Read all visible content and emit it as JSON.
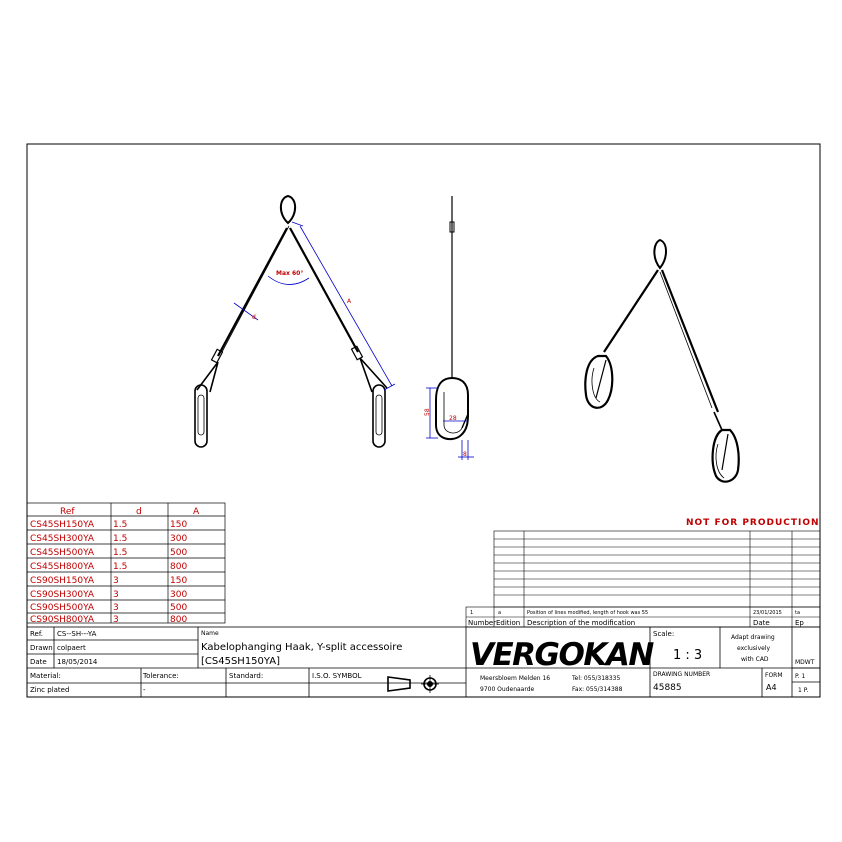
{
  "watermark": "NOT FOR PRODUCTION",
  "dimensions": {
    "angle": "Max 60°",
    "length": "A",
    "diameter": "d",
    "hook_height": "58",
    "hook_width": "28",
    "hook_gap": "8"
  },
  "ref_table": {
    "headers": [
      "Ref",
      "d",
      "A"
    ],
    "rows": [
      [
        "CS45SH150YA",
        "1.5",
        "150"
      ],
      [
        "CS45SH300YA",
        "1.5",
        "300"
      ],
      [
        "CS45SH500YA",
        "1.5",
        "500"
      ],
      [
        "CS45SH800YA",
        "1.5",
        "800"
      ],
      [
        "CS90SH150YA",
        "3",
        "150"
      ],
      [
        "CS90SH300YA",
        "3",
        "300"
      ],
      [
        "CS90SH500YA",
        "3",
        "500"
      ],
      [
        "CS90SH800YA",
        "3",
        "800"
      ]
    ]
  },
  "revision": {
    "row": {
      "number": "1",
      "edition": "a",
      "description": "Position of lines modified, length of hook was 55",
      "date": "23/01/2015",
      "by": "ta"
    },
    "headers": {
      "number": "Number",
      "edition": "Edition",
      "description": "Description of the modification",
      "date": "Date",
      "by": "Ep"
    }
  },
  "title_block": {
    "ref_label": "Ref.",
    "ref_value": "CS--SH---YA",
    "drawn_label": "Drawn",
    "drawn_value": "colpaert",
    "date_label": "Date",
    "date_value": "18/05/2014",
    "name_label": "Name",
    "name_line1": "Kabelophanging Haak, Y-split accessoire",
    "name_line2": "[CS45SH150YA]",
    "material_label": "Material:",
    "material_value": "Zinc plated",
    "tolerance_label": "Tolerance:",
    "tolerance_value": "-",
    "standard_label": "Standard:",
    "isd_label": "I.S.O. SYMBOL",
    "logo": "VERGOKAN",
    "address1": "Meersbloem Melden 16",
    "address2": "9700 Oudenaarde",
    "tel": "Tel: 055/318335",
    "fax": "Fax: 055/314388",
    "scale_label": "Scale:",
    "scale_value": "1 : 3",
    "note1": "Adapt drawing",
    "note2": "exclusively",
    "note3": "with CAD",
    "drawing_number_label": "DRAWING NUMBER",
    "drawing_number": "45885",
    "format_label": "FORM",
    "format_value": "A4",
    "mdwt": "MDWT",
    "page": "P. 1",
    "pages": "1 P."
  },
  "colors": {
    "dimension": "#0000cc",
    "table_text": "#c00000",
    "line": "#000000"
  }
}
